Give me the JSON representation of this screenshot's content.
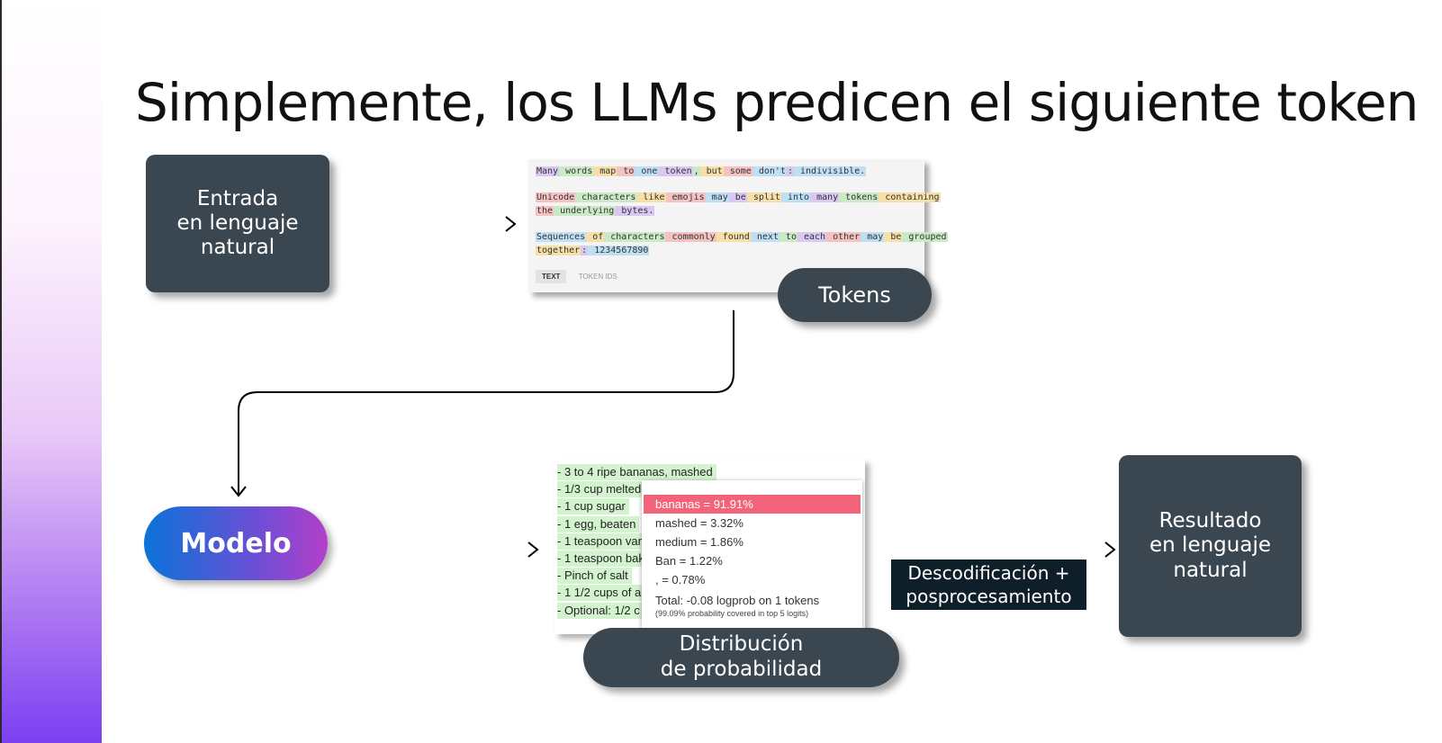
{
  "title": "Simplemente, los LLMs predicen el siguiente token",
  "nodes": {
    "entrada": "Entrada\nen lenguaje\nnatural",
    "tokens": "Tokens",
    "modelo": "Modelo",
    "distribucion": "Distribución\nde probabilidad",
    "decodificacion": "Descodificación +\nposprocesamiento",
    "resultado": "Resultado\nen lenguaje\nnatural"
  },
  "tokenizer": {
    "paragraphs": [
      [
        [
          "Many",
          "0"
        ],
        [
          " words",
          "1"
        ],
        [
          " map",
          "2"
        ],
        [
          " to",
          "3"
        ],
        [
          " one",
          "4"
        ],
        [
          " token",
          "0"
        ],
        [
          ",",
          "1"
        ],
        [
          " but",
          "2"
        ],
        [
          " some",
          "3"
        ],
        [
          " don't",
          "4"
        ],
        [
          ":",
          "0"
        ],
        [
          " indivisible.",
          "4"
        ]
      ],
      [
        [
          "Unicode",
          "3"
        ],
        [
          " characters",
          "1"
        ],
        [
          " like",
          "2"
        ],
        [
          " emojis",
          "3"
        ],
        [
          " may",
          "4"
        ],
        [
          " be",
          "0"
        ],
        [
          " split",
          "2"
        ],
        [
          " into",
          "4"
        ],
        [
          " many",
          "0"
        ],
        [
          " tokens",
          "1"
        ],
        [
          " containing",
          "2"
        ]
      ],
      [
        [
          " the",
          "3"
        ],
        [
          " underlying",
          "1"
        ],
        [
          " bytes.",
          "0"
        ]
      ],
      [
        [
          "Sequences",
          "4"
        ],
        [
          " of",
          "2"
        ],
        [
          " characters",
          "1"
        ],
        [
          " commonly",
          "3"
        ],
        [
          " found",
          "2"
        ],
        [
          " next",
          "4"
        ],
        [
          " to",
          "1"
        ],
        [
          " each",
          "0"
        ],
        [
          " other",
          "3"
        ],
        [
          " may",
          "4"
        ],
        [
          " be",
          "2"
        ],
        [
          " grouped",
          "1"
        ]
      ],
      [
        [
          " together",
          "2"
        ],
        [
          ":",
          "0"
        ],
        [
          " 1234567890",
          "4"
        ]
      ]
    ],
    "tabs": [
      "TEXT",
      "TOKEN IDS"
    ]
  },
  "recipe_lines": [
    "- 3 to 4 ripe bananas, mashed",
    "- 1/3 cup melted",
    "- 1 cup sugar",
    "- 1 egg, beaten",
    "- 1 teaspoon van",
    "- 1 teaspoon bak",
    "- Pinch of salt",
    "- 1 1/2 cups of al",
    "- Optional: 1/2 c"
  ],
  "probabilities": [
    {
      "text": "bananas = 91.91%",
      "highlight": true
    },
    {
      "text": "mashed = 3.32%",
      "highlight": false
    },
    {
      "text": "medium = 1.86%",
      "highlight": false
    },
    {
      "text": "Ban = 1.22%",
      "highlight": false
    },
    {
      "text": ", = 0.78%",
      "highlight": false
    }
  ],
  "total_text": "Total: -0.08 logprob on 1 tokens",
  "coverage_text": "(99.09% probability covered in top 5 logits)",
  "colors": {
    "box": "#3b4750",
    "highlight": "#f2647a",
    "token_green": "#d3f3cf"
  }
}
